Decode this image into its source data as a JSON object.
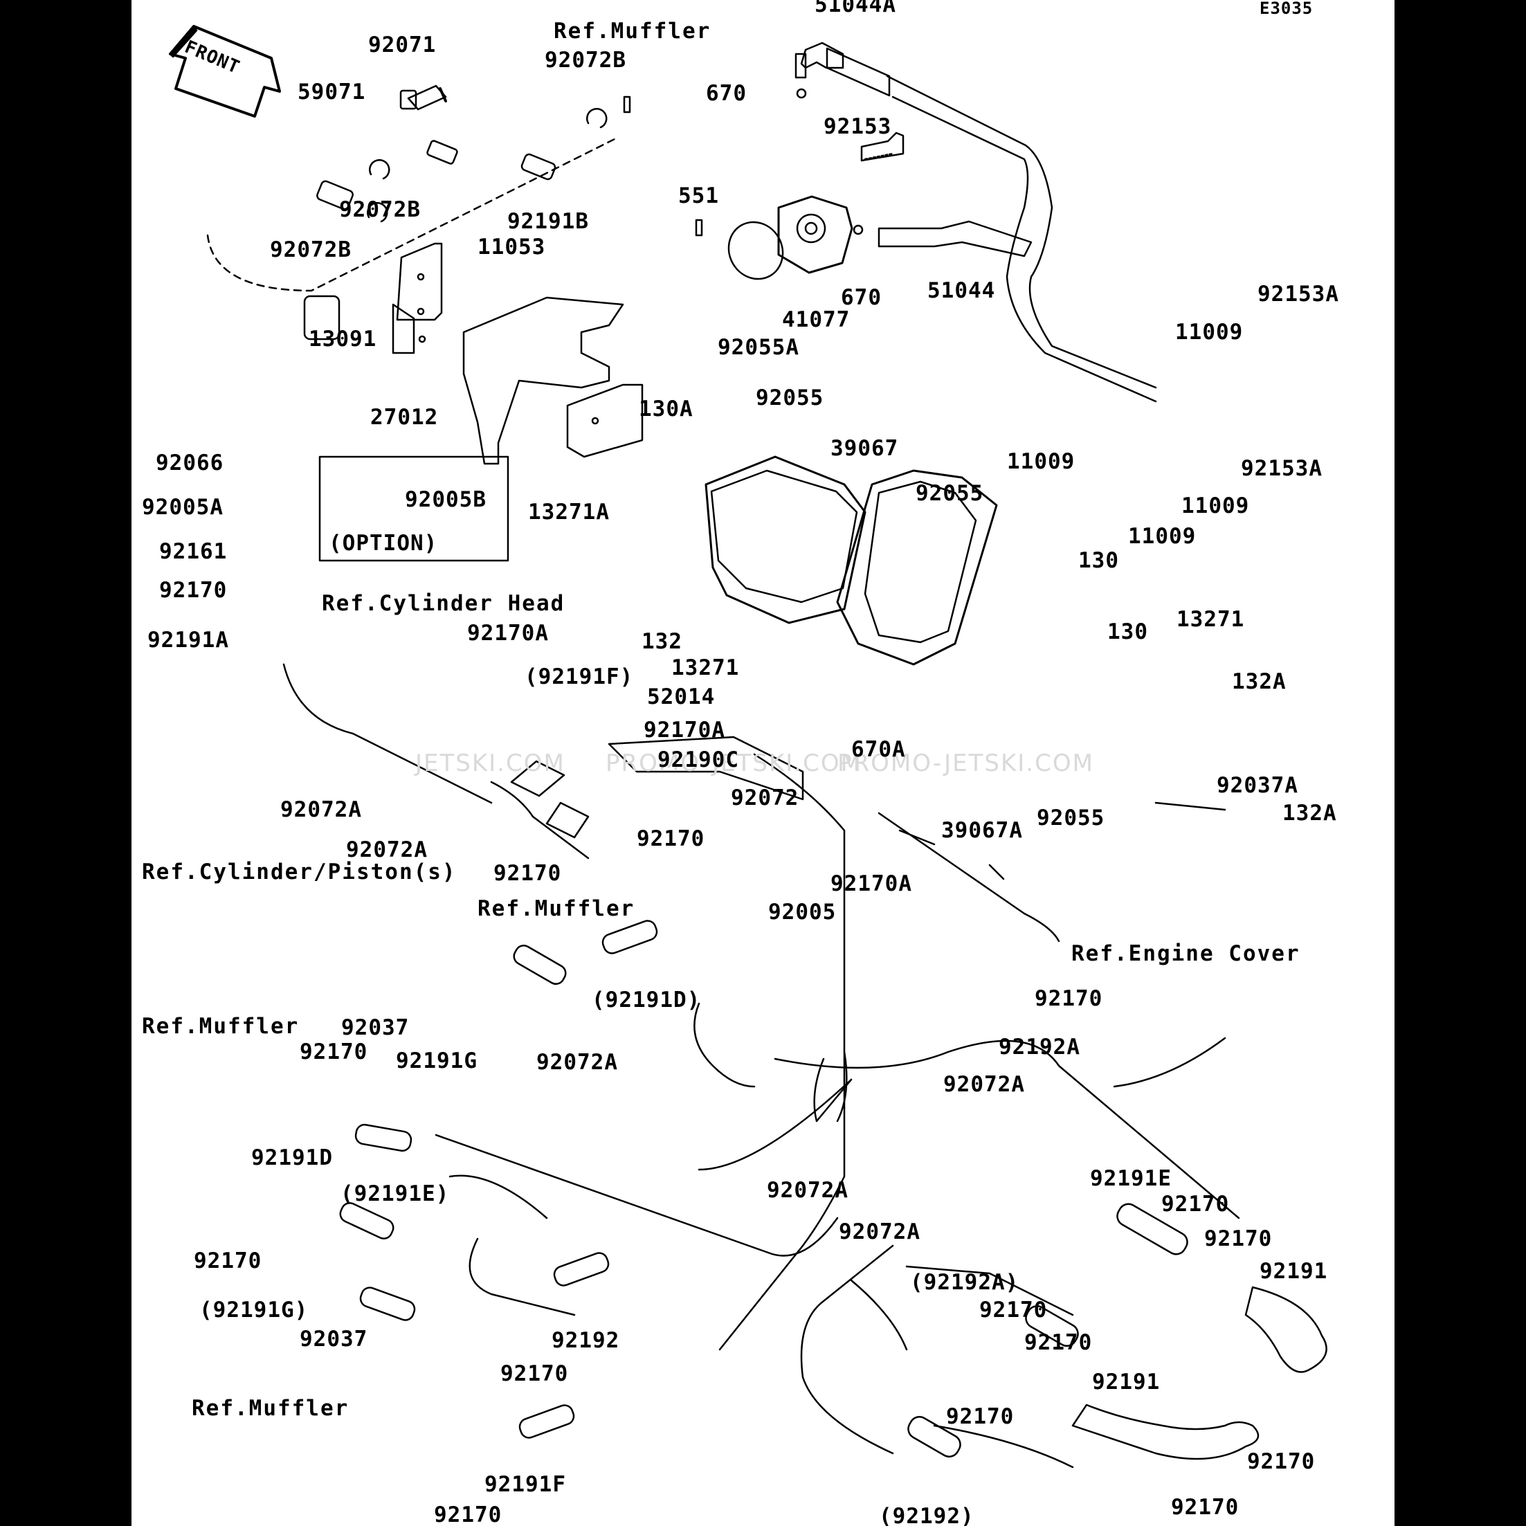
{
  "diagram_code": "E3035",
  "front_arrow": "FRONT",
  "option_box": "(OPTION)",
  "watermarks": [
    "JETSKI.COM",
    "PROMO-JETSKI.COM",
    "PROMO-JETSKI.COM"
  ],
  "labels": {
    "l51044A": "51044A",
    "lRefMuffler1": "Ref.Muffler",
    "l92071": "92071",
    "l92072B_top": "92072B",
    "l670_a": "670",
    "l59071": "59071",
    "l92153": "92153",
    "l92072B_mid": "92072B",
    "l92191B": "92191B",
    "l551": "551",
    "l92072B_low": "92072B",
    "l11053": "11053",
    "l670_b": "670",
    "l51044": "51044",
    "l41077": "41077",
    "l92153A_top": "92153A",
    "l13091": "13091",
    "l92055A": "92055A",
    "l11009_a": "11009",
    "l27012": "27012",
    "l92055_a": "92055",
    "l130A": "130A",
    "l39067": "39067",
    "l92153A_bot": "92153A",
    "l92066": "92066",
    "l11009_b": "11009",
    "l92055_b": "92055",
    "l92005B": "92005B",
    "l11009_c": "11009",
    "l92005A": "92005A",
    "l13271A": "13271A",
    "l11009_d": "11009",
    "l92161": "92161",
    "l130_a": "130",
    "l92170_a": "92170",
    "lRefCylHead": "Ref.Cylinder Head",
    "l13271_a": "13271",
    "l130_b": "130",
    "l92191A": "92191A",
    "l92170A_a": "92170A",
    "l132": "132",
    "l92191F_p": "(92191F)",
    "l132A_a": "132A",
    "l13271_b": "13271",
    "l52014": "52014",
    "l92170A_b": "92170A",
    "l670A": "670A",
    "l92190C": "92190C",
    "l92037A": "92037A",
    "l92072A_a": "92072A",
    "l92072": "92072",
    "l132A_b": "132A",
    "l39067A": "39067A",
    "l92055_c": "92055",
    "l92072A_b": "92072A",
    "l92170_b": "92170",
    "lRefCylPiston": "Ref.Cylinder/Piston(s)",
    "l92170_c": "92170",
    "l92170A_c": "92170A",
    "lRefMuffler2": "Ref.Muffler",
    "l92005": "92005",
    "lRefEngineCover": "Ref.Engine Cover",
    "l92191D_p": "(92191D)",
    "l92170_d": "92170",
    "l92037_a": "92037",
    "lRefMuffler3": "Ref.Muffler",
    "l92192A": "92192A",
    "l92170_e": "92170",
    "l92191G": "92191G",
    "l92072A_c": "92072A",
    "l92072A_d": "92072A",
    "l92191D": "92191D",
    "l92191E_p": "(92191E)",
    "l92191E": "92191E",
    "l92072A_e": "92072A",
    "l92170_f": "92170",
    "l92072A_f": "92072A",
    "l92170_g": "92170",
    "l92170_h": "92170",
    "l92191_a": "92191",
    "l92192A_p": "(92192A)",
    "l92191G_p": "(92191G)",
    "l92170_i": "92170",
    "l92037_b": "92037",
    "l92192": "92192",
    "l92170_j": "92170",
    "l92170_k": "92170",
    "lRefMuffler4": "Ref.Muffler",
    "l92191_b": "92191",
    "l92170_l": "92170",
    "l92170_m": "92170",
    "l92191F": "92191F",
    "l92170_n": "92170",
    "l92192_p": "(92192)",
    "l92170_o": "92170"
  }
}
